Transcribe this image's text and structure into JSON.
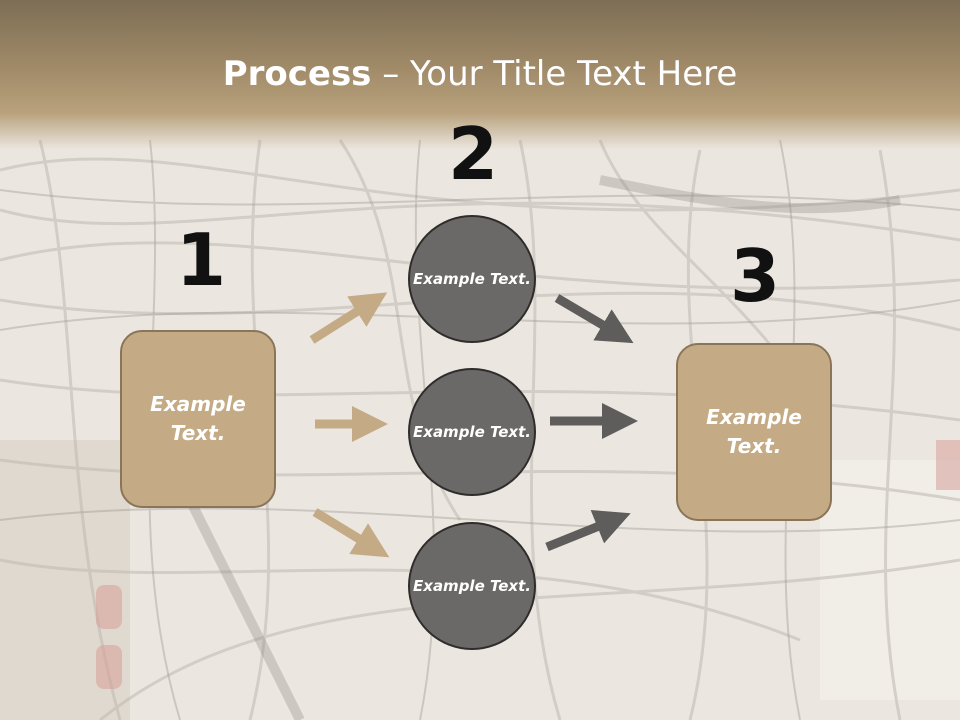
{
  "title": {
    "strong": "Process",
    "rest": " – Your Title Text Here"
  },
  "steps": [
    {
      "number": "1",
      "text": "Example Text."
    },
    {
      "number": "2",
      "circles": [
        "Example Text.",
        "Example Text.",
        "Example Text."
      ]
    },
    {
      "number": "3",
      "text": "Example Text."
    }
  ],
  "colors": {
    "box_fill": "#c4ab86",
    "circle_fill": "#6a6968",
    "arrow_tan": "#c4ab86",
    "arrow_gray": "#5e5d5c",
    "title_band": "#a08a68"
  },
  "icons": [
    "arrow-right-icon"
  ]
}
